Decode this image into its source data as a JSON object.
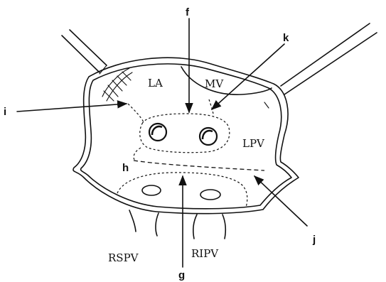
{
  "labels": {
    "la": "LA",
    "mv": "MV",
    "lpv": "LPV",
    "rspv": "RSPV",
    "ripv": "RIPV",
    "f": "f",
    "k": "k",
    "i": "i",
    "h": "h",
    "j": "j",
    "g": "g"
  }
}
